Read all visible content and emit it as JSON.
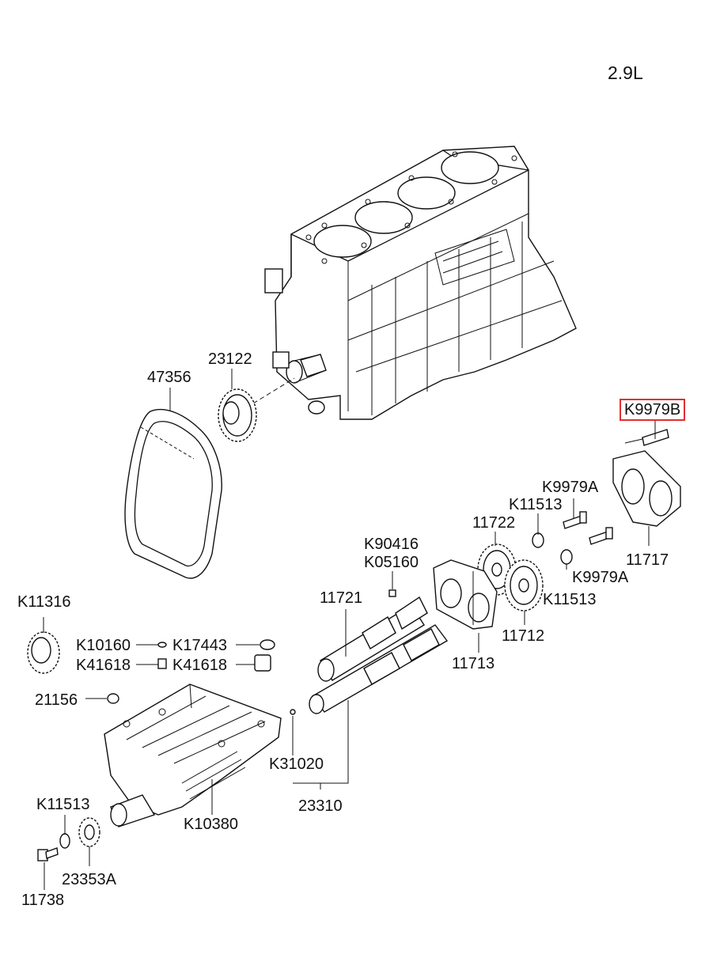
{
  "diagram": {
    "engine_label": "2.9L",
    "highlight_color": "#e03030",
    "labels": {
      "p47356": "47356",
      "p23122": "23122",
      "pK9979B": "K9979B",
      "pK9979A_top": "K9979A",
      "pK11513_top": "K11513",
      "p11722": "11722",
      "pK90416": "K90416",
      "pK05160": "K05160",
      "p11717": "11717",
      "pK9979A_bottom": "K9979A",
      "pK11513_mid": "K11513",
      "p11721": "11721",
      "pK11316": "K11316",
      "pK10160": "K10160",
      "pK17443": "K17443",
      "p11712": "11712",
      "pK41618_left": "K41618",
      "pK41618_right": "K41618",
      "p11713": "11713",
      "p21156": "21156",
      "pK31020": "K31020",
      "p23310": "23310",
      "pK11513_bottom": "K11513",
      "pK10380": "K10380",
      "p23353A": "23353A",
      "p11738": "11738"
    }
  }
}
